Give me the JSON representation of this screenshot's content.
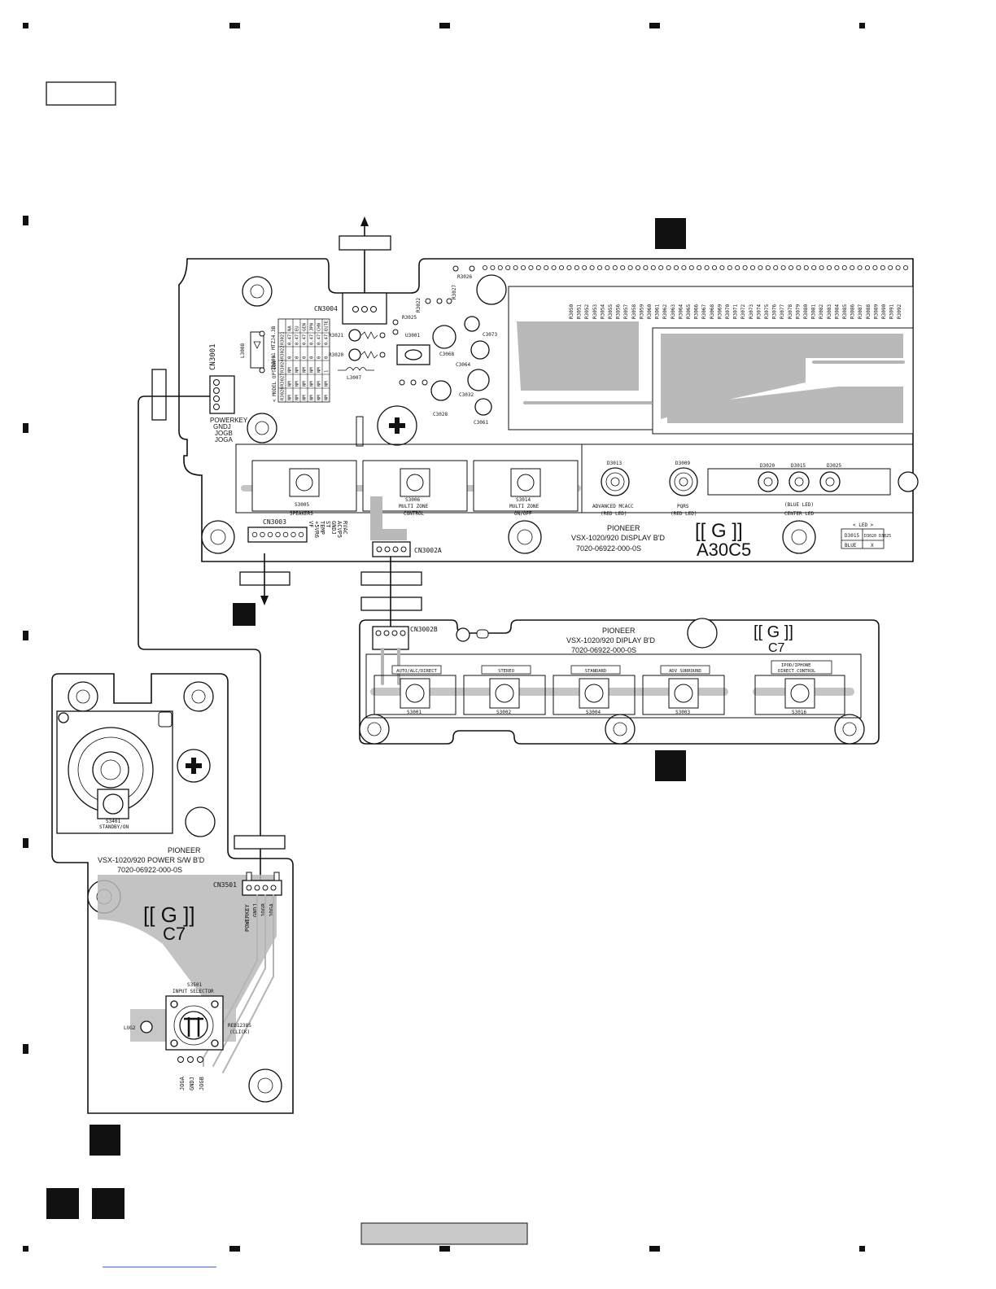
{
  "footer_link_text": "",
  "display_board": {
    "brand": "PIONEER",
    "model": "VSX-1020/920 DISPLAY B'D",
    "part_no": "7020-06922-000-0S",
    "grid_mark": "[[ G ]]",
    "grid_code": "A30C5",
    "connectors": {
      "cn3001": "CN3001",
      "cn3004": "CN3004",
      "cn3003": "CN3003",
      "cn3002a": "CN3002A"
    },
    "cn3001_pins": [
      "POWERKEY",
      "GNDJ",
      "JOGB",
      "JOGA"
    ],
    "cn3003_pins": [
      "RVAC",
      "ACVP5",
      "GNDJ",
      "ST",
      "TEMP",
      "+5VR6",
      "VF"
    ],
    "components": {
      "l3008": "L3008",
      "zd": "ZD3001 MTZJ4.3B",
      "r3021": "R3021",
      "r3020": "R3020",
      "l3007": "L3007",
      "u3001": "U3001",
      "r3025": "R3025",
      "r3022": "R3022",
      "r3027": "R3027",
      "r3026": "R3026",
      "c3073": "C3073",
      "c3068": "C3068",
      "c3064": "C3064",
      "c3032": "C3032",
      "c3028": "C3028",
      "c3061": "C3061"
    },
    "model_option": {
      "title": "< MODEL OPTION >",
      "headers": [
        "",
        "R3021",
        "R3022",
        "R3024",
        "R3027",
        "R3028"
      ],
      "rows": [
        [
          "NA",
          "0.47",
          "0",
          "NM",
          "NM",
          "NM"
        ],
        [
          "EU",
          "0.47",
          "0",
          "NM",
          "NM",
          "NM"
        ],
        [
          "GEN",
          "0.47",
          "0",
          "NM",
          "NM",
          "NM"
        ],
        [
          "JPN",
          "0.47",
          "0",
          "NM",
          "NM",
          "NM"
        ],
        [
          "CHN",
          "0.47",
          "0",
          "NM",
          "NM",
          "NM"
        ],
        [
          "EUTE",
          "0.47",
          "0",
          "1",
          "NM",
          "NM"
        ]
      ]
    },
    "switches": [
      {
        "ref": "S3005",
        "label": "SPEAKERS"
      },
      {
        "ref": "S3006",
        "label": "MULTI ZONE CONTROL"
      },
      {
        "ref": "S3014",
        "label": "MULTI ZONE ON/OFF"
      }
    ],
    "leds": [
      {
        "ref": "D3013",
        "label": "ADVANCED MCACC",
        "sub": "(RED LED)"
      },
      {
        "ref": "D3009",
        "label": "PQRS",
        "sub": "(RED LED)"
      },
      {
        "ref": "D3020",
        "label": "",
        "sub": ""
      },
      {
        "ref": "D3015",
        "label": "",
        "sub": ""
      },
      {
        "ref": "D3025",
        "label": "",
        "sub": ""
      }
    ],
    "blue_led_label": "(BLUE LED)",
    "center_led_label": "CENTER LED",
    "led_table": {
      "title": "< LED >",
      "cells": [
        [
          "D3015",
          "D3020 D3025"
        ],
        [
          "BLUE",
          "X"
        ]
      ]
    },
    "resistor_array_labels": [
      "R3050",
      "R3051",
      "R3052",
      "R3053",
      "R3054",
      "R3055",
      "R3056",
      "R3057",
      "R3058",
      "R3059",
      "R3060",
      "R3061",
      "R3062",
      "R3063",
      "R3064",
      "R3065",
      "R3066",
      "R3067",
      "R3068",
      "R3069",
      "R3070",
      "R3071",
      "R3072",
      "R3073",
      "R3074",
      "R3075",
      "R3076",
      "R3077",
      "R3078",
      "R3079",
      "R3080",
      "R3081",
      "R3082",
      "R3083",
      "R3084",
      "R3085",
      "R3086",
      "R3087",
      "R3088",
      "R3089",
      "R3090",
      "R3091",
      "R3092"
    ]
  },
  "diplay_board": {
    "brand": "PIONEER",
    "model": "VSX-1020/920 DIPLAY B'D",
    "part_no": "7020-06922-000-0S",
    "grid_mark": "[[ G ]]",
    "grid_code": "C7",
    "connector": "CN3002B",
    "switches": [
      {
        "ref": "S3001",
        "label": "AUTO/ALC/DIRECT"
      },
      {
        "ref": "S3002",
        "label": "STEREO"
      },
      {
        "ref": "S3004",
        "label": "STANDARD"
      },
      {
        "ref": "S3003",
        "label": "ADV SURROUND"
      },
      {
        "ref": "S3016",
        "label": "IPOD/IPHONE DIRECT CONTROL"
      }
    ]
  },
  "power_board": {
    "brand": "PIONEER",
    "model": "VSX-1020/920 POWER S/W B'D",
    "part_no": "7020-06922-000-0S",
    "grid_mark": "[[ G ]]",
    "grid_code": "C7",
    "connector": "CN3501",
    "connector_pins": [
      "POWERKEY",
      "GNDJ",
      "JOGB",
      "JOGA"
    ],
    "standby_switch": {
      "ref": "S3401",
      "label": "STANDBY/ON"
    },
    "selector": {
      "ref": "S3501",
      "label": "INPUT SELECTOR",
      "part": "REB1238S",
      "click": "(CLICK)"
    },
    "lug": "LUG2",
    "selector_pins": [
      "JOGA",
      "GNDJ",
      "JOGB"
    ]
  }
}
